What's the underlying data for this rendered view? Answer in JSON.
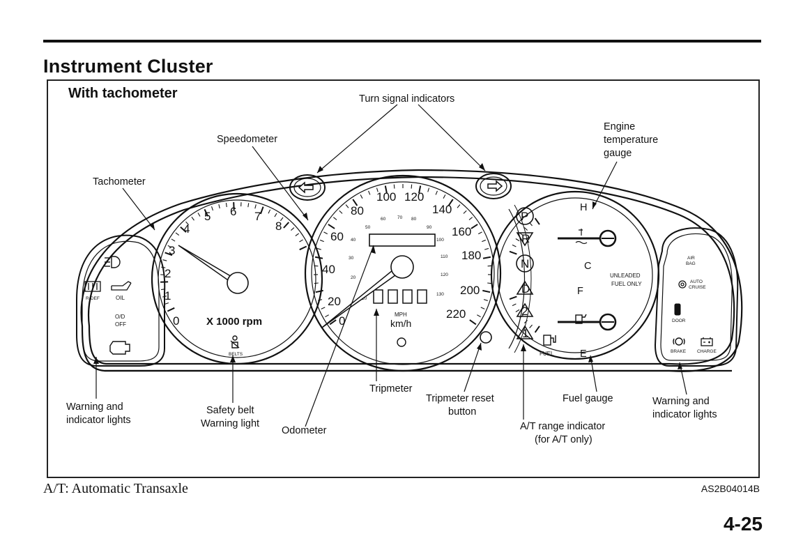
{
  "page": {
    "title": "Instrument Cluster",
    "subtitle": "With tachometer",
    "footnote": "A/T: Automatic Transaxle",
    "figure_code": "AS2B04014B",
    "page_number": "4-25"
  },
  "callouts": {
    "turn_signal": "Turn signal indicators",
    "speedometer": "Speedometer",
    "tachometer": "Tachometer",
    "engine_temp_1": "Engine",
    "engine_temp_2": "temperature",
    "engine_temp_3": "gauge",
    "warning_left_1": "Warning and",
    "warning_left_2": "indicator lights",
    "safety_belt_1": "Safety belt",
    "safety_belt_2": "Warning light",
    "odometer": "Odometer",
    "tripmeter": "Tripmeter",
    "trip_reset_1": "Tripmeter reset",
    "trip_reset_2": "button",
    "fuel_gauge": "Fuel gauge",
    "at_range_1": "A/T range indicator",
    "at_range_2": "(for A/T only)",
    "warning_right_1": "Warning and",
    "warning_right_2": "indicator lights"
  },
  "tachometer": {
    "numbers": [
      "0",
      "1",
      "2",
      "3",
      "4",
      "5",
      "6",
      "7",
      "8"
    ],
    "unit": "X 1000 rpm",
    "belts": "BELTS"
  },
  "speedometer": {
    "mph_numbers": [
      "0",
      "20",
      "40",
      "60",
      "80",
      "100",
      "120",
      "140",
      "160",
      "180",
      "200",
      "220"
    ],
    "kmh_numbers": [
      "10",
      "20",
      "30",
      "40",
      "50",
      "60",
      "70",
      "80",
      "90",
      "100",
      "110",
      "120",
      "130"
    ],
    "unit_mph": "MPH",
    "unit_kmh": "km/h"
  },
  "at_range": [
    "P",
    "R",
    "N",
    "D",
    "2",
    "1"
  ],
  "gauges": {
    "temp_high": "H",
    "temp_low": "C",
    "fuel_full": "F",
    "fuel_empty": "E",
    "fuel_label": "FUEL",
    "unleaded_1": "UNLEADED",
    "unleaded_2": "FUEL ONLY"
  },
  "left_lights": {
    "rdef": "R-DEF",
    "oil": "OIL",
    "od_off_1": "O/D",
    "od_off_2": "OFF"
  },
  "right_lights": {
    "airbag_1": "AIR",
    "airbag_2": "BAG",
    "cruise_1": "AUTO",
    "cruise_2": "CRUISE",
    "door": "DOOR",
    "brake": "BRAKE",
    "charge": "CHARGE"
  }
}
